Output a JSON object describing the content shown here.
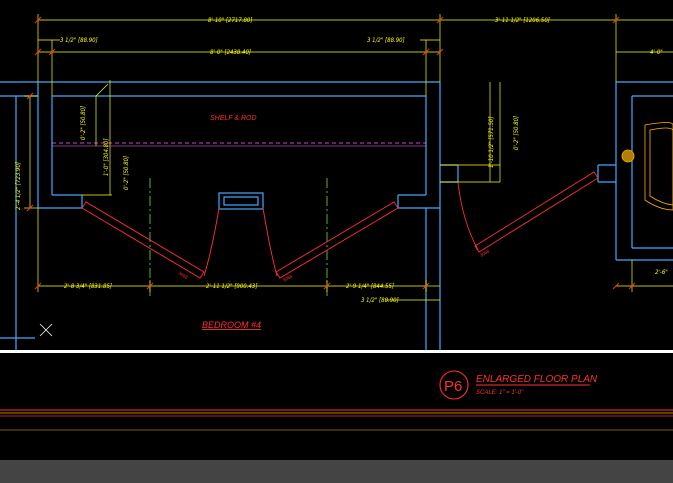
{
  "drawing": {
    "dimensions": {
      "overall_top_left": "8'-10\" [2717.80]",
      "overall_top_right": "3'-11 1/2\" [1206.50]",
      "top_left_offset": "3 1/2\" [88.90]",
      "inner_width": "8'-0\" [2438.40]",
      "top_right_offset": "3 1/2\" [88.90]",
      "far_right": "4'-0\"",
      "left_vertical": "2'-4 1/2\" [723.90]",
      "shelf_v1": "0'-2\" [50.80]",
      "shelf_v2": "1'-0\" [304.80]",
      "shelf_v3": "0'-2\" [50.80]",
      "right_v1": "1'-10 1/2\" [571.50]",
      "right_v2": "0'-2\" [50.80]",
      "bottom_left": "2'-8 3/4\" [831.85]",
      "bottom_mid": "2'-11 1/2\" [900.43]",
      "bottom_right": "2'-9 1/4\" [844.55]",
      "bottom_right_offset": "3 1/2\" [88.90]",
      "far_right_bottom": "2'-6\""
    },
    "labels": {
      "shelf": "SHELF & ROD",
      "room": "BEDROOM #4",
      "door_a": "3068",
      "door_b": "3068",
      "door_c": "3068"
    },
    "title_block": {
      "tag": "P6",
      "title": "ENLARGED FLOOR PLAN",
      "scale": "SCALE: 1\" = 1'-0\""
    }
  },
  "colors": {
    "wall": "#3fa9ff",
    "dimension": "#ffff00",
    "door": "#ff3030",
    "centerline": "#7fff3f",
    "shelf_dash": "#ff66ff",
    "fixture": "#ffb000",
    "border": "#ffffff"
  }
}
